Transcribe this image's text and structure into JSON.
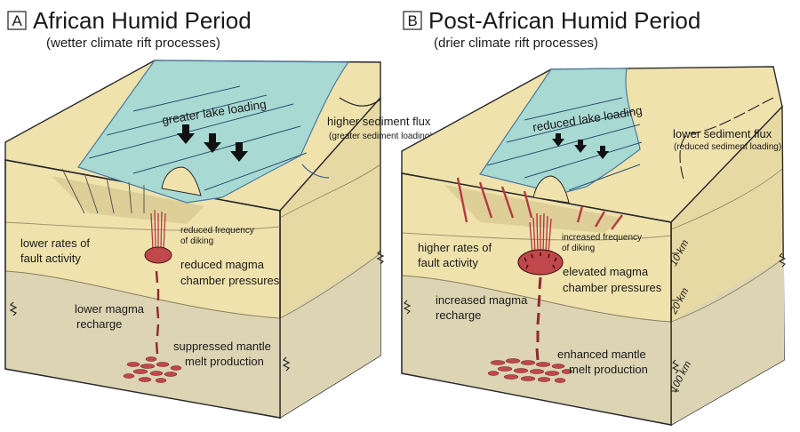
{
  "colors": {
    "top_surface": "#efe2ad",
    "front_face": "#efe2ad",
    "side_face": "#e7d9a4",
    "lake": "#a9d9d3",
    "lake_edge": "#4a7a9e",
    "mantle": "#ddd4b4",
    "crust_lower": "#d8ceac",
    "dike_red": "#b43a43",
    "chamber_red": "#c0474a",
    "outline": "#2a2a2a"
  },
  "panel_a": {
    "letter": "A",
    "title": "African Humid Period",
    "subtitle": "(wetter climate rift processes)",
    "lake_loading": "greater lake loading",
    "sediment_flux": "higher sediment flux",
    "sediment_flux_note": "(greater sediment loading)",
    "diking": [
      "reduced frequency",
      "of diking"
    ],
    "fault_activity": [
      "lower rates of",
      "fault activity"
    ],
    "chamber": [
      "reduced magma",
      "chamber pressures"
    ],
    "recharge": [
      "lower magma",
      "recharge"
    ],
    "melt": [
      "suppressed mantle",
      "melt production"
    ]
  },
  "panel_b": {
    "letter": "B",
    "title": "Post-African Humid Period",
    "subtitle": "(drier climate rift processes)",
    "lake_loading": "reduced lake loading",
    "sediment_flux": "lower sediment flux",
    "sediment_flux_note": "(reduced sediment loading)",
    "diking": [
      "increased frequency",
      "of diking"
    ],
    "fault_activity": [
      "higher rates of",
      "fault activity"
    ],
    "chamber": [
      "elevated magma",
      "chamber pressures"
    ],
    "recharge": [
      "increased magma",
      "recharge"
    ],
    "melt": [
      "enhanced mantle",
      "melt production"
    ],
    "depth_labels": [
      "10 km",
      "20 km",
      "100 km"
    ]
  }
}
